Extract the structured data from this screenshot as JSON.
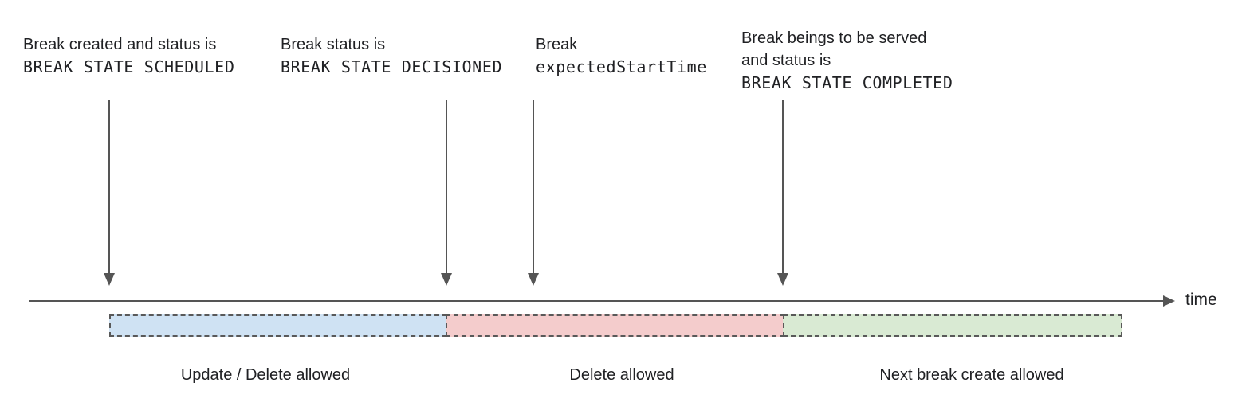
{
  "diagram": {
    "annotations": [
      {
        "line1": "Break created and status is",
        "code": "BREAK_STATE_SCHEDULED"
      },
      {
        "line1": "Break status is",
        "code": "BREAK_STATE_DECISIONED"
      },
      {
        "line1": "Break",
        "code": "expectedStartTime"
      },
      {
        "line1": "Break beings to be served",
        "line2": "and status is",
        "code": "BREAK_STATE_COMPLETED"
      }
    ],
    "timeline": {
      "label": "time"
    },
    "segments": [
      {
        "label": "Update / Delete allowed",
        "color": "#cfe2f3"
      },
      {
        "label": "Delete allowed",
        "color": "#f4cccc"
      },
      {
        "label": "Next break create allowed",
        "color": "#d9ead3"
      }
    ],
    "colors": {
      "text": "#202124",
      "arrow": "#555555",
      "segment_border": "#595959"
    }
  }
}
